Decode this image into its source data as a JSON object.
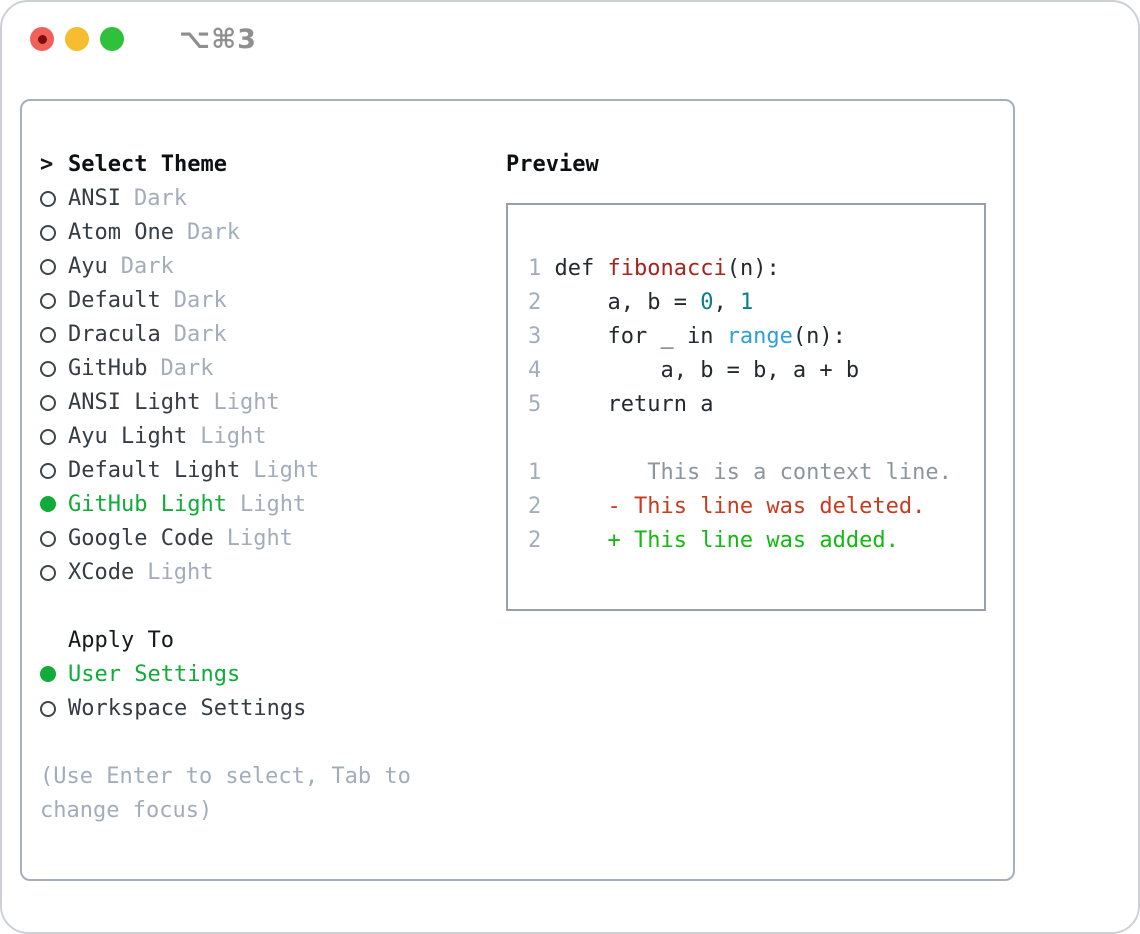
{
  "window": {
    "shortcut": "⌥⌘3"
  },
  "theme_panel": {
    "marker": ">",
    "title": "Select Theme",
    "items": [
      {
        "name": "ANSI",
        "variant": "Dark",
        "selected": false
      },
      {
        "name": "Atom One",
        "variant": "Dark",
        "selected": false
      },
      {
        "name": "Ayu",
        "variant": "Dark",
        "selected": false
      },
      {
        "name": "Default",
        "variant": "Dark",
        "selected": false
      },
      {
        "name": "Dracula",
        "variant": "Dark",
        "selected": false
      },
      {
        "name": "GitHub",
        "variant": "Dark",
        "selected": false
      },
      {
        "name": "ANSI Light",
        "variant": "Light",
        "selected": false
      },
      {
        "name": "Ayu Light",
        "variant": "Light",
        "selected": false
      },
      {
        "name": "Default Light",
        "variant": "Light",
        "selected": false
      },
      {
        "name": "GitHub Light",
        "variant": "Light",
        "selected": true
      },
      {
        "name": "Google Code",
        "variant": "Light",
        "selected": false
      },
      {
        "name": "XCode",
        "variant": "Light",
        "selected": false
      }
    ]
  },
  "apply_panel": {
    "title": "Apply To",
    "options": [
      {
        "label": "User Settings",
        "selected": true
      },
      {
        "label": "Workspace Settings",
        "selected": false
      }
    ]
  },
  "hint": {
    "line1": "(Use Enter to select, Tab to",
    "line2": "change focus)"
  },
  "preview": {
    "title": "Preview",
    "code": {
      "l1": {
        "num": "1",
        "pre": " def ",
        "fn": "fibonacci",
        "post": "(n):"
      },
      "l2": {
        "num": "2",
        "pre": "     a, b = ",
        "v1": "0",
        "sep": ", ",
        "v2": "1"
      },
      "l3": {
        "num": "3",
        "pre": "     for _ in ",
        "fn": "range",
        "post": "(n):"
      },
      "l4": {
        "num": "4",
        "text": "         a, b = b, a + b"
      },
      "l5": {
        "num": "5",
        "text": "     return a"
      },
      "d1": {
        "num": "1",
        "text": "        This is a context line."
      },
      "d2": {
        "num": "2",
        "text": "     - This line was deleted."
      },
      "d3": {
        "num": "2",
        "text": "     + This line was added."
      }
    }
  },
  "colors": {
    "selection_green": "#10ab38",
    "added_green": "#12ba12",
    "deleted_red": "#c93a1e",
    "function_red": "#a8231d",
    "number_teal": "#0b7d87",
    "builtin_blue": "#2f9fd7",
    "muted_gray": "#a3adba",
    "traffic_red": "#f2605a",
    "traffic_yellow": "#f6bd30",
    "traffic_green": "#30c13c"
  }
}
